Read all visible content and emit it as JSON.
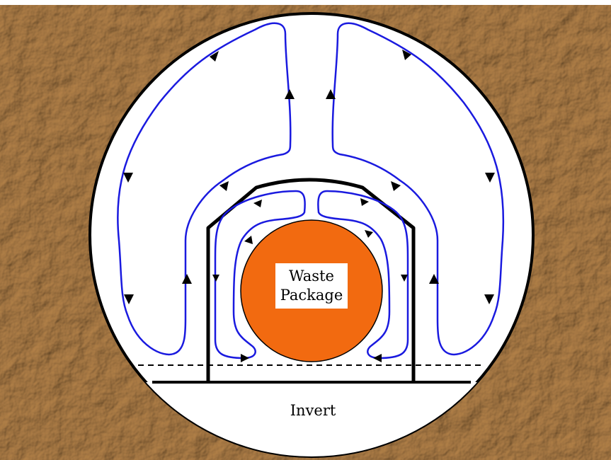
{
  "labels": {
    "waste_package_line1": "Waste",
    "waste_package_line2": "Package",
    "invert": "Invert"
  },
  "colors": {
    "rock": "#c4a072",
    "rock_dark": "#8a6b44",
    "drift_interior": "#ffffff",
    "flow_lines": "#1a1adf",
    "waste_package": "#f26a10",
    "outline": "#000000"
  },
  "icons": {
    "flow_arrow": "triangle-arrowhead"
  }
}
